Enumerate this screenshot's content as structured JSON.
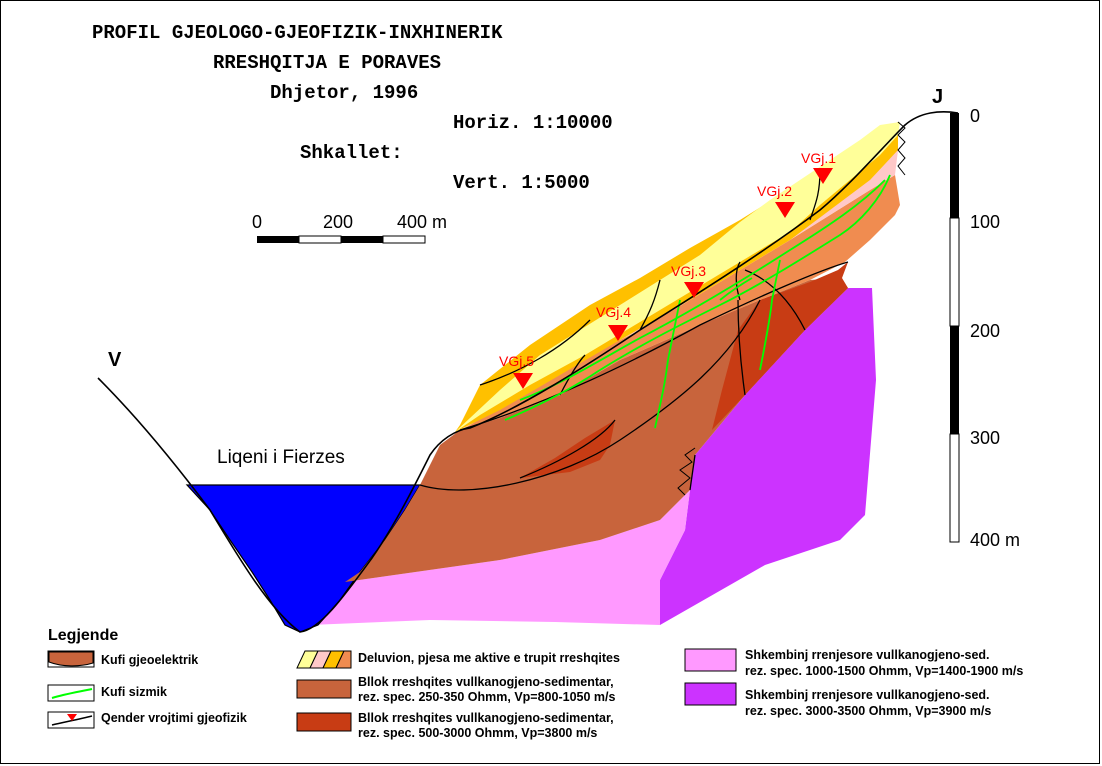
{
  "title": {
    "line1": "PROFIL GJEOLOGO-GJEOFIZIK-INXHINERIK",
    "line2": "RRESHQITJA E PORAVES",
    "date": "Dhjetor, 1996",
    "scales_label": "Shkallet:",
    "horiz": "Horiz. 1:10000",
    "vert": "Vert.   1:5000"
  },
  "scale_bar": {
    "ticks": [
      "0",
      "200",
      "400 m"
    ]
  },
  "direction": {
    "west": "V",
    "east": "J"
  },
  "vertical_scale": {
    "ticks": [
      "0",
      "100",
      "200",
      "300",
      "400 m"
    ]
  },
  "lake": {
    "label": "Liqeni i Fierzes",
    "color": "#0000ff"
  },
  "stations": [
    {
      "label": "VGj.1"
    },
    {
      "label": "VGj.2"
    },
    {
      "label": "VGj.3"
    },
    {
      "label": "VGj.4"
    },
    {
      "label": "VGj.5"
    }
  ],
  "colors": {
    "deluvion_1": "#ffff99",
    "deluvion_2": "#ffc8c8",
    "deluvion_3": "#ffc000",
    "deluvion_4": "#f08c50",
    "block_low": "#c8643c",
    "block_high": "#c83c14",
    "bedrock_pink": "#ff99ff",
    "bedrock_purple": "#cc33ff",
    "seismic": "#00ff00",
    "station": "#ff0000"
  },
  "legend": {
    "title": "Legjende",
    "geoelectric": "Kufi gjeoelektrik",
    "seismic": "Kufi sizmik",
    "station": "Qender vrojtimi gjeofizik",
    "deluvion": "Deluvion, pjesa me aktive e trupit rreshqites",
    "block1_l1": "Bllok rreshqites vullkanogjeno-sedimentar,",
    "block1_l2": "rez. spec. 250-350 Ohmm, Vp=800-1050 m/s",
    "block2_l1": "Bllok rreshqites vullkanogjeno-sedimentar,",
    "block2_l2": "rez. spec. 500-3000 Ohmm, Vp=3800 m/s",
    "bedrock1_l1": "Shkembinj rrenjesore vullkanogjeno-sed.",
    "bedrock1_l2": "rez. spec. 1000-1500 Ohmm, Vp=1400-1900 m/s",
    "bedrock2_l1": "Shkembinj rrenjesore vullkanogjeno-sed.",
    "bedrock2_l2": "rez. spec. 3000-3500 Ohmm, Vp=3900 m/s"
  }
}
